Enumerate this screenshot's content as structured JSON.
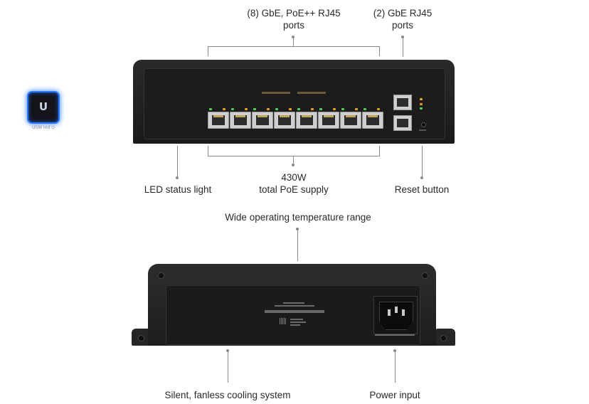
{
  "callouts": {
    "poe_ports": [
      "(8) GbE, PoE++ RJ45",
      "ports"
    ],
    "gbe_ports": [
      "(2) GbE RJ45",
      "ports"
    ],
    "led": "LED status light",
    "poe_supply": [
      "430W",
      "total PoE supply"
    ],
    "reset": "Reset button",
    "temperature": "Wide operating temperature range",
    "cooling": "Silent, fanless cooling system",
    "power": "Power input"
  },
  "device": {
    "model_tag": "USW Ind ⏻",
    "led_glyph": "U",
    "poe_port_count": 8,
    "uplink_port_count": 2,
    "led_color": "#2c7bff",
    "port_led_colors": [
      "#4fd14f",
      "#e8a020"
    ]
  }
}
